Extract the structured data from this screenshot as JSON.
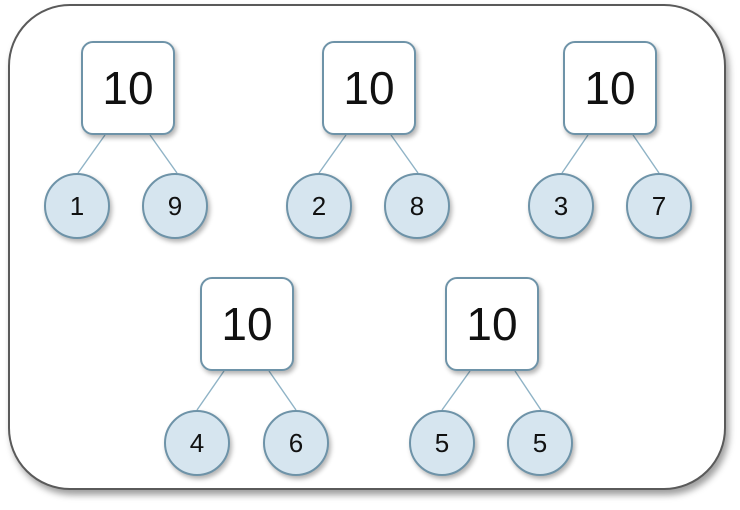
{
  "number_bonds": [
    {
      "whole": "10",
      "parts": [
        "1",
        "9"
      ]
    },
    {
      "whole": "10",
      "parts": [
        "2",
        "8"
      ]
    },
    {
      "whole": "10",
      "parts": [
        "3",
        "7"
      ]
    },
    {
      "whole": "10",
      "parts": [
        "4",
        "6"
      ]
    },
    {
      "whole": "10",
      "parts": [
        "5",
        "5"
      ]
    }
  ],
  "colors": {
    "frame_border": "#5a5a5a",
    "box_border": "#6e93a8",
    "circle_fill": "#d6e5ef",
    "connector": "#8fb3c6"
  }
}
